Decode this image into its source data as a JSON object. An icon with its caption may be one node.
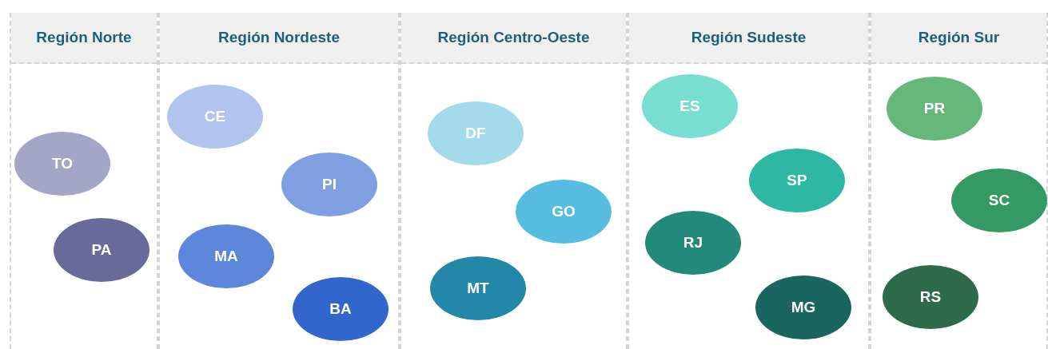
{
  "diagram": {
    "nodes": [
      {
        "text": [
          "Región Norte"
        ]
      },
      {
        "text": [
          "TO"
        ],
        "in": 0
      },
      {
        "text": [
          "PA"
        ],
        "in": 0
      },
      {
        "text": [
          "Región Nordeste"
        ]
      },
      {
        "text": [
          "CE"
        ],
        "in": 3
      },
      {
        "text": [
          "PI"
        ],
        "in": 3
      },
      {
        "text": [
          "MA"
        ],
        "in": 3
      },
      {
        "text": [
          "BA"
        ],
        "in": 3
      },
      {
        "text": [
          "Región Centro-Oeste"
        ]
      },
      {
        "text": [
          "DF"
        ],
        "in": 8
      },
      {
        "text": [
          "GO"
        ],
        "in": 8
      },
      {
        "text": [
          "MT"
        ],
        "in": 8
      },
      {
        "text": [
          "Región Sudeste"
        ]
      },
      {
        "text": [
          "ES"
        ],
        "in": 12
      },
      {
        "text": [
          "SP"
        ],
        "in": 12
      },
      {
        "text": [
          "RJ"
        ],
        "in": 12
      },
      {
        "text": [
          "MG"
        ],
        "in": 12
      },
      {
        "text": [
          "Región Sur"
        ]
      },
      {
        "text": [
          "PR"
        ],
        "in": 17
      },
      {
        "text": [
          "SC"
        ],
        "in": 17
      },
      {
        "text": [
          "RS"
        ],
        "in": 17
      }
    ]
  }
}
